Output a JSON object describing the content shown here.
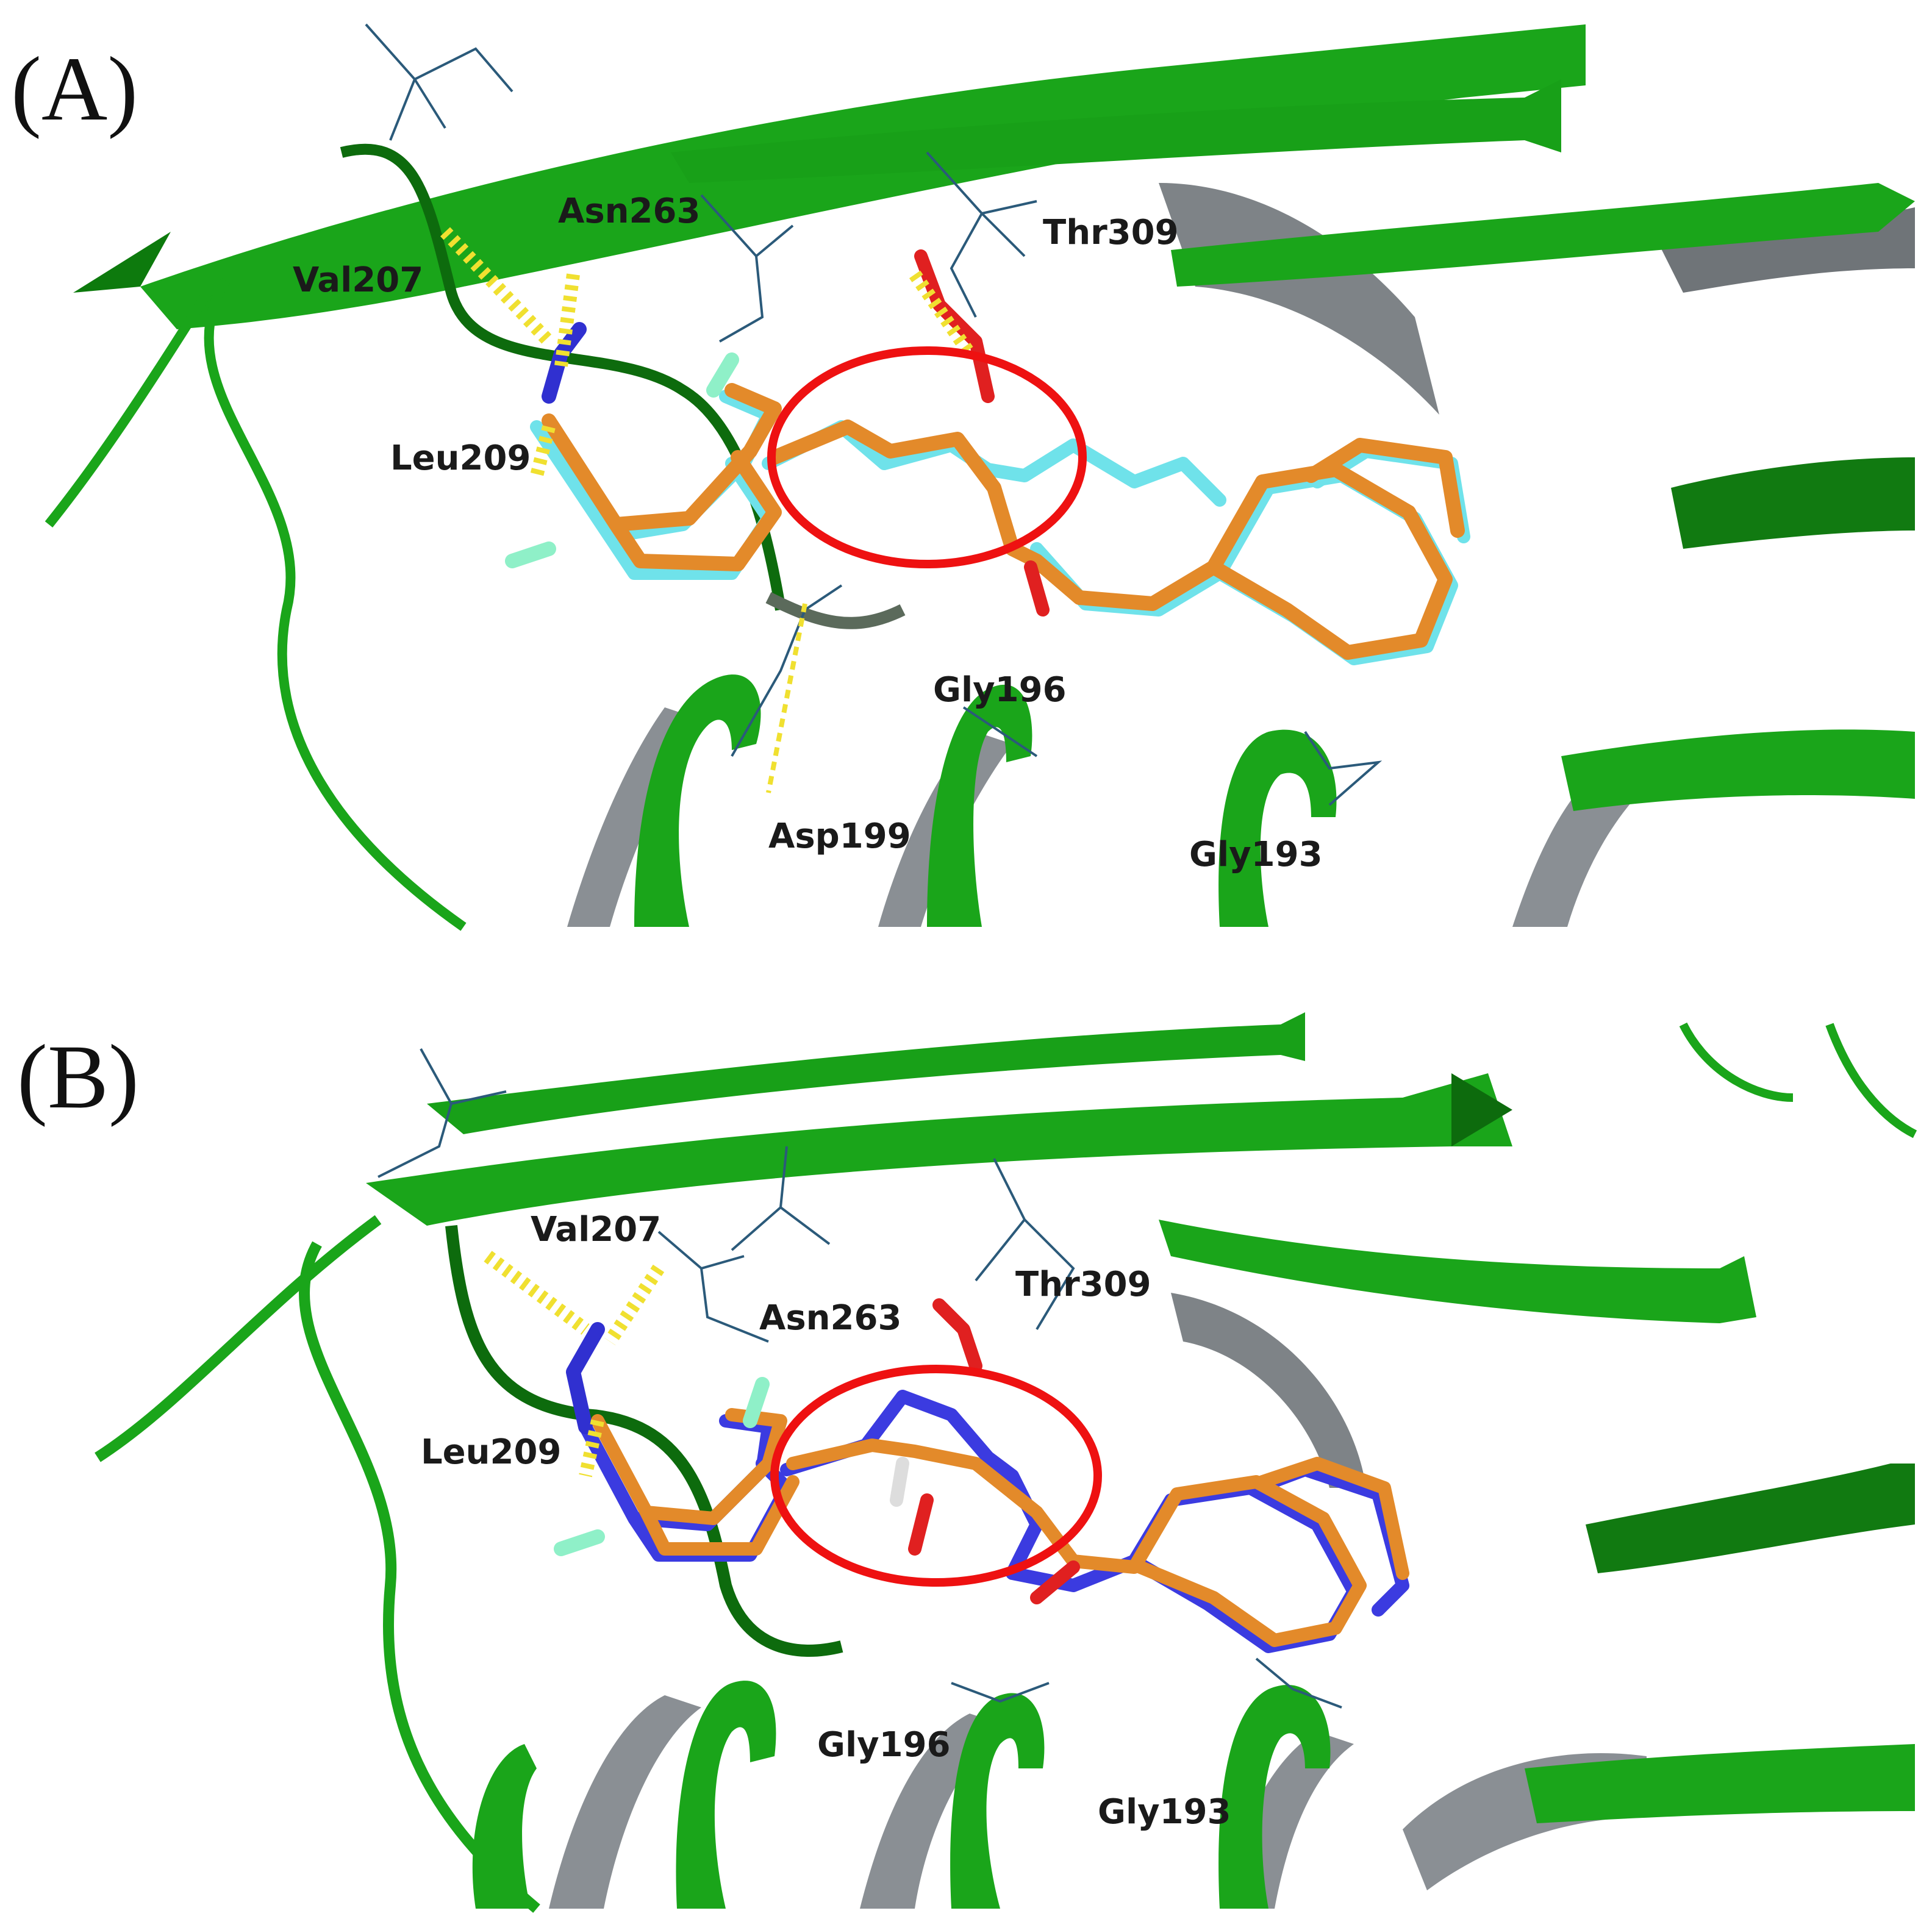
{
  "panels": [
    {
      "id": "A",
      "label": "(A)",
      "residues": [
        "Asn263",
        "Val207",
        "Thr309",
        "Leu209",
        "Gly196",
        "Asp199",
        "Gly193"
      ]
    },
    {
      "id": "B",
      "label": "(B)",
      "residues": [
        "Val207",
        "Asn263",
        "Thr309",
        "Leu209",
        "Gly196",
        "Gly193"
      ]
    }
  ],
  "colors": {
    "ribbon": "#1aa51a",
    "ribbon_dark": "#0d6b0d",
    "ribbon_back": "#8a8f94",
    "ligand_orange": "#e38a2a",
    "ligand_cyan": "#6fe2ea",
    "ligand_blue": "#3b3be0",
    "oxygen": "#e02020",
    "nitrogen": "#3030d0",
    "fluorine": "#8ff0c8",
    "hbond": "#f0e030",
    "highlight_circle": "#ee1111",
    "residue_lines": "#2b5a7a"
  }
}
